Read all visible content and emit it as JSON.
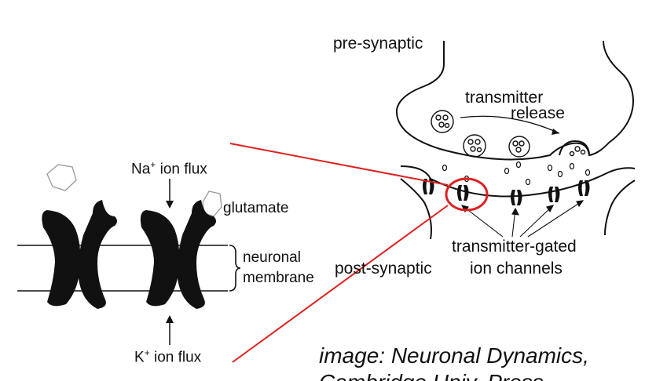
{
  "labels": {
    "pre_synaptic": "pre-synaptic",
    "transmitter_release_1": "transmitter",
    "transmitter_release_2": "release",
    "na_prefix": "Na",
    "na_suffix": "ion flux",
    "glutamate": "glutamate",
    "neuronal": "neuronal",
    "membrane": "membrane",
    "post_synaptic": "post-synaptic",
    "transmitter_gated_1": "transmitter-gated",
    "transmitter_gated_2": "ion channels",
    "k_prefix": "K",
    "k_suffix": "ion flux",
    "superscript_plus": "+"
  },
  "caption": {
    "line1": "image: Neuronal Dynamics,",
    "line2": "Cambridge Univ. Press"
  },
  "colors": {
    "ink": "#111111",
    "highlight": "#e02020"
  }
}
